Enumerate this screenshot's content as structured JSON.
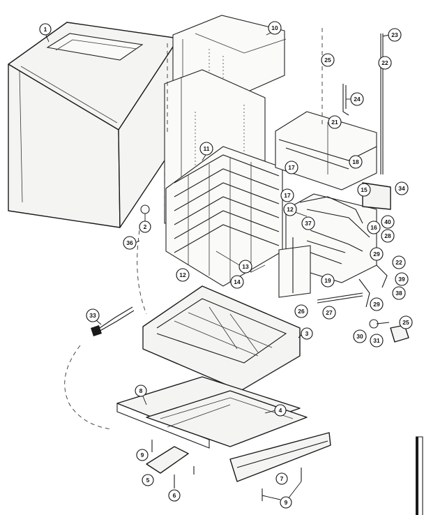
{
  "callouts": [
    {
      "id": "c-1",
      "label": "1"
    },
    {
      "id": "c-2",
      "label": "2"
    },
    {
      "id": "c-10",
      "label": "10"
    },
    {
      "id": "c-23",
      "label": "23"
    },
    {
      "id": "c-25a",
      "label": "25"
    },
    {
      "id": "c-22a",
      "label": "22"
    },
    {
      "id": "c-24",
      "label": "24"
    },
    {
      "id": "c-21",
      "label": "21"
    },
    {
      "id": "c-11",
      "label": "11"
    },
    {
      "id": "c-17a",
      "label": "17"
    },
    {
      "id": "c-18",
      "label": "18"
    },
    {
      "id": "c-15",
      "label": "15"
    },
    {
      "id": "c-34",
      "label": "34"
    },
    {
      "id": "c-17b",
      "label": "17"
    },
    {
      "id": "c-12a",
      "label": "12"
    },
    {
      "id": "c-37",
      "label": "37"
    },
    {
      "id": "c-40",
      "label": "40"
    },
    {
      "id": "c-16",
      "label": "16"
    },
    {
      "id": "c-28",
      "label": "28"
    },
    {
      "id": "c-36",
      "label": "36"
    },
    {
      "id": "c-29a",
      "label": "29"
    },
    {
      "id": "c-22b",
      "label": "22"
    },
    {
      "id": "c-39",
      "label": "39"
    },
    {
      "id": "c-12b",
      "label": "12"
    },
    {
      "id": "c-13",
      "label": "13"
    },
    {
      "id": "c-14",
      "label": "14"
    },
    {
      "id": "c-19",
      "label": "19"
    },
    {
      "id": "c-38",
      "label": "38"
    },
    {
      "id": "c-29b",
      "label": "29"
    },
    {
      "id": "c-26",
      "label": "26"
    },
    {
      "id": "c-27",
      "label": "27"
    },
    {
      "id": "c-33",
      "label": "33"
    },
    {
      "id": "c-25b",
      "label": "25"
    },
    {
      "id": "c-30",
      "label": "30"
    },
    {
      "id": "c-31",
      "label": "31"
    },
    {
      "id": "c-3",
      "label": "3"
    },
    {
      "id": "c-8",
      "label": "8"
    },
    {
      "id": "c-4",
      "label": "4"
    },
    {
      "id": "c-9a",
      "label": "9"
    },
    {
      "id": "c-5",
      "label": "5"
    },
    {
      "id": "c-6",
      "label": "6"
    },
    {
      "id": "c-7",
      "label": "7"
    },
    {
      "id": "c-9b",
      "label": "9"
    }
  ]
}
